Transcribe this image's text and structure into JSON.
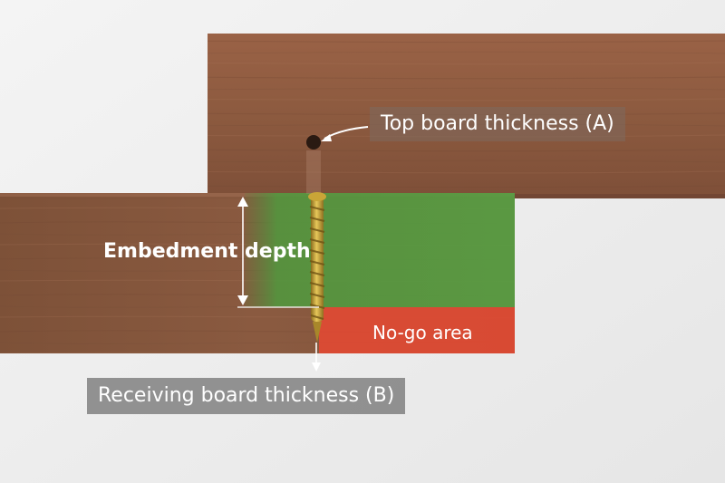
{
  "labels": {
    "top_board": "Top board thickness (A)",
    "embedment": "Embedment depth",
    "no_go": "No-go area",
    "receiving_board": "Receiving board thickness (B)"
  },
  "colors": {
    "background": "#efefef",
    "wood": "#8a5a40",
    "embedment_overlay": "#4f9a3e",
    "no_go_overlay": "#e04a33",
    "screw": "#c9a537"
  }
}
